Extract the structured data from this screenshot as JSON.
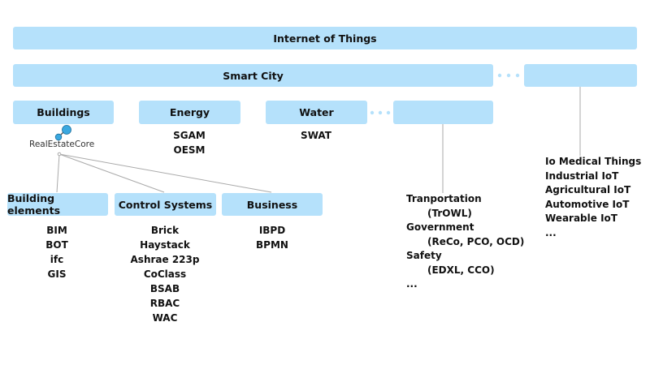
{
  "top": {
    "label": "Internet of Things"
  },
  "smart_city": {
    "label": "Smart City"
  },
  "domains": {
    "buildings": "Buildings",
    "energy": "Energy",
    "water": "Water"
  },
  "logo": {
    "text": "RealEstateCore"
  },
  "sub": {
    "elements": "Building elements",
    "control": "Control Systems",
    "business": "Business"
  },
  "energy_list": [
    "SGAM",
    "OESM"
  ],
  "water_list": [
    "SWAT"
  ],
  "elements_list": [
    "BIM",
    "BOT",
    "ifc",
    "GIS"
  ],
  "control_list": [
    "Brick",
    "Haystack",
    "Ashrae 223p",
    "CoClass",
    "BSAB",
    "RBAC",
    "WAC"
  ],
  "business_list": [
    "IBPD",
    "BPMN"
  ],
  "city_other_list": [
    "Tranportation",
    "(TrOWL)",
    "Government",
    "(ReCo, PCO, OCD)",
    "Safety",
    "(EDXL, CCO)",
    "..."
  ],
  "iot_other_list": [
    "Io Medical Things",
    "Industrial IoT",
    "Agricultural IoT",
    "Automotive IoT",
    "Wearable IoT",
    "..."
  ],
  "colors": {
    "box": "#b5e1fb",
    "line": "#aaaaaa",
    "logo": "#3aa8e0"
  }
}
